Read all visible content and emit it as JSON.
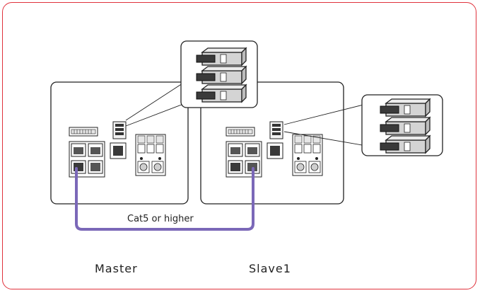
{
  "cable": {
    "label": "Cat5 or higher",
    "color": "#7b68b8"
  },
  "devices": [
    {
      "label": "Master"
    },
    {
      "label": "Slave1"
    }
  ],
  "colors": {
    "frame_border": "#e0323c"
  }
}
